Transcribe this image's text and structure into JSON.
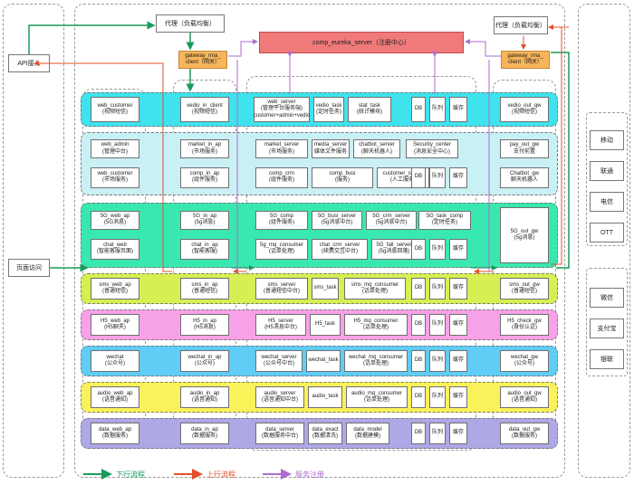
{
  "proxy_left": "代理（负载均衡）",
  "proxy_right": "代理（负载均衡）",
  "gateway_left": "gateway_rma_\nclient（网关）",
  "gateway_right": "gateway_rma_\nclient（网关）",
  "eureka": "comp_eureka_server（注册中心）",
  "entry_api": "API接入",
  "entry_page": "页面访问",
  "common": {
    "db": "DB",
    "queue": "队列",
    "cache": "缓存"
  },
  "rows": [
    {
      "name": "video",
      "color": "#3ee3ee",
      "web": [
        "web_customer\n(视频短信)"
      ],
      "ap": [
        "vedio_in_client\n(视频短信)"
      ],
      "core": [
        "web_server\n(管理平台服务端)\ncustomer+admin+vedio",
        "vedio_task\n(定时任务)",
        "stat_task\n(统计模块)"
      ],
      "gw": [
        "vedio_out_gw\n(视频短信)"
      ]
    },
    {
      "name": "market",
      "color": "#c9f0f4",
      "web": [
        "web_admin\n(管理中台)",
        "web_customer\n(市场服务)"
      ],
      "ap": [
        "market_in_ap\n(市场服务)",
        "comp_in_ap\n(组件服务)"
      ],
      "core": [
        "market_server\n(市场服务)",
        "media_server\n媒体文件服务",
        "chatbot_server\n(聊天机器人)",
        "Security_center\n(消息安全中心)",
        "comp_crm\n(组件服务)",
        "comp_busi\n(服务)",
        "customer_server\n(人工服务)"
      ],
      "gw": [
        "pay_out_gw\n支付前置",
        "Chatbot_gw\n聊天机器人"
      ]
    },
    {
      "name": "5g",
      "color": "#39e8b0",
      "web": [
        "5G_web_ap\n(5G消息)",
        "chat_web\n(智能客服页面)"
      ],
      "ap": [
        "5G_in_ap\n(5g消息)",
        "chat_in_ap\n(智能客服)"
      ],
      "core": [
        "5G_comp\n(组件服务)",
        "5G_busi_server\n(5g消息中台)",
        "5G_crm_server\n(5g消息中台)",
        "5G_task_comp\n(定时任务)",
        "5g_mq_consumer\n(话单处理)",
        "chat_crm_server\n(续费交互中台)",
        "5G_fall_server\n(5g消息回落)"
      ],
      "gw": [
        "5G_out_gw\n(5g消息)"
      ]
    },
    {
      "name": "sms",
      "color": "#d7ef52",
      "web": [
        "sms_web_ap\n(普通短信)"
      ],
      "ap": [
        "sms_in_ap\n(普通短信)"
      ],
      "core": [
        "sms_server\n(普通短信中台)",
        "sms_task",
        "sms_mq_consumer\n(话单处理)"
      ],
      "gw": [
        "sms_out_gw\n(普通短信)"
      ]
    },
    {
      "name": "h5",
      "color": "#f7a1e8",
      "web": [
        "H5_web_ap\n(H5聊天)"
      ],
      "ap": [
        "H5_in_ap\n(H5消息)"
      ],
      "core": [
        "H5_server\n(H5消息中台)",
        "H5_task",
        "H5_mq_consumer\n(话单处理)"
      ],
      "gw": [
        "H5_check_gw\n(身份认证)"
      ]
    },
    {
      "name": "wechat",
      "color": "#5fcdf5",
      "web": [
        "wechat\n(公众号)"
      ],
      "ap": [
        "wechat_in_ap\n(公众号)"
      ],
      "core": [
        "wechat_server\n(公众号中台)",
        "wechat_task",
        "wechat_mq_consumer\n(话单处理)"
      ],
      "gw": [
        "wechat_gw\n(公众号)"
      ]
    },
    {
      "name": "audio",
      "color": "#f9f25a",
      "web": [
        "audio_web_ap\n(语音通知)"
      ],
      "ap": [
        "audio_in_ap\n(语音通知)"
      ],
      "core": [
        "audio_server\n(语音通知中台)",
        "audio_task",
        "audio_mq_consumer\n(话单处理)"
      ],
      "gw": [
        "audio_out_gw\n(语音通知)"
      ]
    },
    {
      "name": "data",
      "color": "#aea8e6",
      "web": [
        "data_web_ap\n(数据服务)"
      ],
      "ap": [
        "data_in_ap\n(数据服务)"
      ],
      "core": [
        "data_server\n(数据服务中台)",
        "data_exact\n(数据清洗)",
        "data_model\n(数据建模)"
      ],
      "gw": [
        "data_out_gw\n(数据服务)"
      ]
    }
  ],
  "carriers": [
    "移动",
    "联通",
    "电信",
    "OTT"
  ],
  "payments": [
    "微信",
    "支付宝",
    "银联"
  ],
  "legend": [
    {
      "label": "下行流程",
      "color": "#1a9a5a"
    },
    {
      "label": "上行流程",
      "color": "#e0502a"
    },
    {
      "label": "服务注册",
      "color": "#b06ad0"
    }
  ]
}
